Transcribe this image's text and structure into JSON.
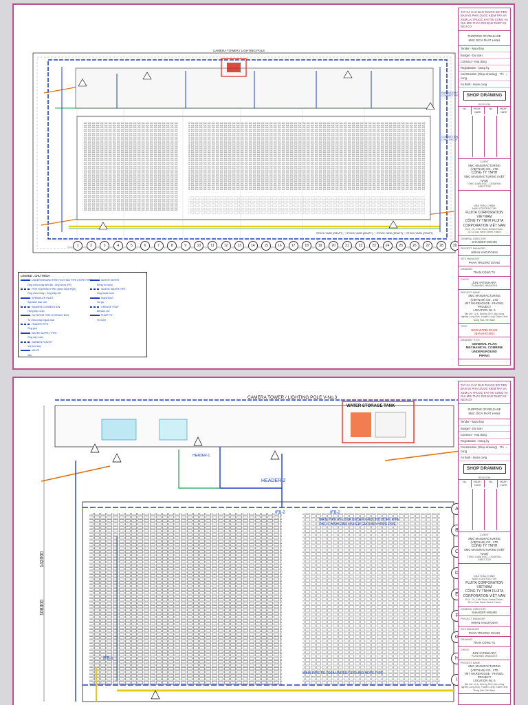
{
  "title_block": {
    "notes": "TAT CA CAC BAN THUOC BO TIEN BAN VE PHAI DUOC KIEM TRA VA XEM LAI TRUOC KHI THI CONG VA GUI MOI THAY DOI BAN THIET KE NEU CO",
    "purpose_1": "PURPOSE OF RELEASE",
    "purpose_2": "MUC DICH PHAT HANH",
    "fields": [
      {
        "label": "Tender - Mua thau",
        "value": ""
      },
      {
        "label": "Budget - Du toan",
        "value": ""
      },
      {
        "label": "Contract - Hop dong",
        "value": ""
      },
      {
        "label": "Registration - Dang ky",
        "value": ""
      },
      {
        "label": "Construction (Shop drawing) - Thi cong",
        "value": "✓"
      },
      {
        "label": "As Built - Hoan cong",
        "value": ""
      }
    ],
    "shop_drawing": "SHOP DRAWING",
    "revision": "REVISION",
    "rev_headers": [
      "No.",
      "NGAY - DATE",
      "No.",
      "NGAY - DATE"
    ],
    "client_label": "CLIENT",
    "client_en": "SMC MANUFACTURING (VIETNAM) CO., LTD",
    "client_vn_1": "CÔNG TY TNHH",
    "client_vn_2": "SMC MANUFACTURING (VIỆT NAM)",
    "client_director": "TỔNG GIÁM ĐỐC - GENERAL DIRECTOR",
    "main_contractor_vn": "NHÀ THẦU CHÍNH",
    "main_contractor_label": "MAIN CONTRACTOR",
    "contractor_en": "FUJITA CORPORATION VIETNAM",
    "contractor_vn_1": "CÔNG TY TNHH FUJITA",
    "contractor_vn_2": "CORPORATION VIỆT NAM",
    "contractor_addr_1": "R15 - 01, 15th Floor, Deitas Tower,",
    "contractor_addr_2": "32 Lo Dac Hanh Street, Hanoi",
    "gm_label": "GENERAL DIRECTOR",
    "gm_name": "SHANGIIR NISHIKI",
    "pm_label": "PROJECT MANAGER",
    "pm_name": "HIRAN HAZUTOSHI",
    "qc_label": "SITE MANAGER",
    "qc_name": "PHAN TRUONG GIANG",
    "drawn_label": "DRAWING",
    "drawn_name": "TRAN CONG TU",
    "check_label": "CHECK",
    "check_name_1": "JUN HATSUHARA",
    "check_name_2": "PLANNING MANAGER",
    "project_label": "PROJECT NAME",
    "project_1": "SMC MANUFACTURING (VIETNAM) CO., LTD",
    "project_2": "WIT WAREHOUSE - PHASE1 PROJECT",
    "project_3": "LOCATION No. 6",
    "project_vn": "Địa chỉ: Lô 6, đường 30,5, khu công nghiệp Long Đức, Huyện Long Thành, tỉnh Đồng Nai, Việt Nam",
    "title_label": "TITLE",
    "title_vn_1": "NEW WAREHOUSE",
    "title_vn_2": "NHÀ KHO MỚI",
    "drawing_title_label": "DRAWING TITLE",
    "drawing_title_1": "GENERAL PLAN",
    "drawing_title_2": "MECHANICAL COMBINE UNDERGROUND",
    "drawing_title_3": "PIPING"
  },
  "sheet1": {
    "camera_label": "CAMERA TOWER / LIGHTING POLE",
    "note_right_1": "RAINWATER PIPE CONNECT PIPE",
    "note_right_2": "CONNECTION TO 30m LONG DUC IP",
    "stock_area": "STOCK YARD (DRAFT) ⬚ STOCK YARD (DRAFT) ⬚ STOCK YARD (DRAFT) ⬚ STOCK YARD (DRAFT)",
    "grid_numbers": [
      "1",
      "2",
      "3",
      "4",
      "5",
      "6",
      "7",
      "8",
      "9",
      "10",
      "11",
      "12",
      "13",
      "14",
      "15",
      "16",
      "17",
      "18",
      "19",
      "20",
      "21",
      "22",
      "23",
      "24",
      "25",
      "26",
      "27",
      "28",
      "29"
    ],
    "legend_title": "LEGEND - CHÚ THÍCH",
    "legend_left": [
      "UNDERGROUND FIRE FIGHTING PIPE (HDPE PIPE)",
      "Ống chữa cháy âm đất - Ống nhựa (PE)",
      "FIRE FIGHTING PIPE (Steel Steel Pipe)",
      "Ống chữa cháy - Ống thép nổi",
      "SPRINKLER INLET",
      "Sprinkler đầu vào",
      "SIAMESE CONNECTION",
      "Họng tiếp nước",
      "OUTDOOR FIRE HYDRANT BOX",
      "Tủ chữa cháy ngoài nhà",
      "HEADER PIPE",
      "Ống góp",
      "WATER SUPPLY PIPE",
      "Ống cấp nước",
      "GARDEN FAUCET",
      "Vòi tưới cây",
      "VALVE",
      "Van"
    ],
    "legend_right": [
      "WATER METER",
      "Đồng hồ nước",
      "WASTE WATER PIPE",
      "Ống thoát nước",
      "MANHOLE",
      "Hố ga",
      "GREASE TRAP",
      "Bể tách mỡ",
      "PUMP PIT",
      "Hố bơm"
    ]
  },
  "sheet2": {
    "camera_label": "CAMERA TOWER / LIGHTING POLE   V-No.3",
    "tank_label": "WATER STORAGE TANK",
    "header_1": "HEADER-1",
    "header_2": "HEADER-2",
    "ifb_2": "IFB-2",
    "ifb_1": "IFB-1",
    "main_pipe": "MAIN PIPE PE-200A UNDER GROUND HDPE PIPE",
    "main_pipe_vn": "ỐNG CHÍNH ĐÂM UNDER GROUND HDPE PIPE",
    "dim_left": "142000",
    "dim_left_2": "108300",
    "row_letters": [
      "A",
      "B",
      "C",
      "D",
      "E",
      "F",
      "G",
      "H",
      "I"
    ]
  }
}
